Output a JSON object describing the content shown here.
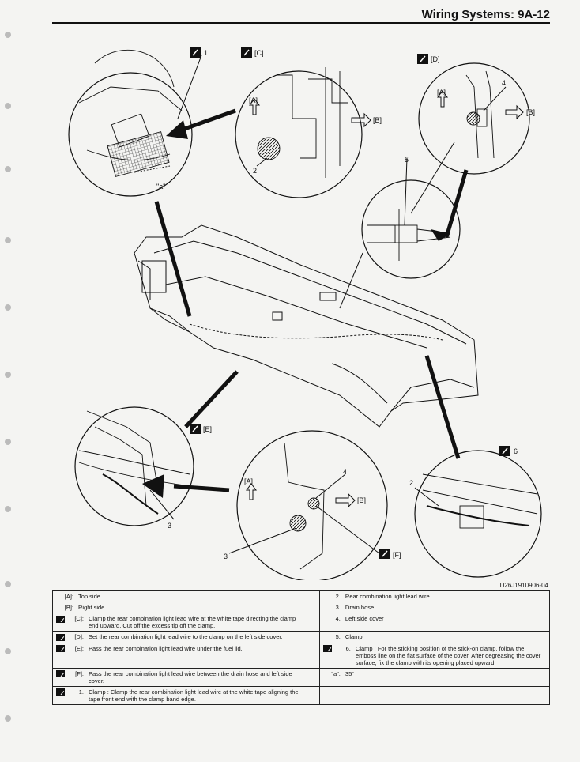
{
  "header": {
    "title": "Wiring Systems:   9A-12"
  },
  "figure": {
    "id_code": "ID26J1910906-04",
    "callouts": {
      "c1": "1",
      "cC": "[C]",
      "cD": "[D]",
      "cA1": "[A]",
      "cB1": "[B]",
      "c2a": "2",
      "cA2": "[A]",
      "c4a": "4",
      "cB2": "[B]",
      "c5": "5",
      "cE": "[E]",
      "c3a": "3",
      "cA3": "[A]",
      "c4b": "4",
      "cB3": "[B]",
      "c3b": "3",
      "cF": "[F]",
      "c6": "6",
      "c2b": "2",
      "angle": "\"a\""
    }
  },
  "legend": {
    "rows": [
      {
        "left_key": "[A]:",
        "left_text": "Top side",
        "left_icon": false,
        "right_key": "2.",
        "right_text": "Rear combination light lead wire",
        "right_icon": false
      },
      {
        "left_key": "[B]:",
        "left_text": "Right side",
        "left_icon": false,
        "right_key": "3.",
        "right_text": "Drain hose",
        "right_icon": false
      },
      {
        "left_key": "[C]:",
        "left_text": "Clamp the rear combination light lead wire at the white tape directing the clamp end upward. Cut off the excess tip off the clamp.",
        "left_icon": true,
        "right_key": "4.",
        "right_text": "Left side cover",
        "right_icon": false
      },
      {
        "left_key": "[D]:",
        "left_text": "Set the rear combination light lead wire to the clamp on the left side cover.",
        "left_icon": true,
        "right_key": "5.",
        "right_text": "Clamp",
        "right_icon": false
      },
      {
        "left_key": "[E]:",
        "left_text": "Pass the rear combination light lead wire under the fuel lid.",
        "left_icon": true,
        "right_key": "6.",
        "right_text": "Clamp : For the sticking position of the stick-on clamp, follow the emboss line on the flat surface of the cover. After degreasing the cover surface, fix the clamp with its opening placed upward.",
        "right_icon": true
      },
      {
        "left_key": "[F]:",
        "left_text": "Pass the rear combination light lead wire between the drain hose and left side cover.",
        "left_icon": true,
        "right_key": "\"a\":",
        "right_text": "35°",
        "right_icon": false
      },
      {
        "left_key": "1.",
        "left_text": "Clamp : Clamp the rear combination light lead wire at the white tape aligning the tape front end with the clamp band edge.",
        "left_icon": true,
        "right_key": "",
        "right_text": "",
        "right_icon": false
      }
    ]
  }
}
